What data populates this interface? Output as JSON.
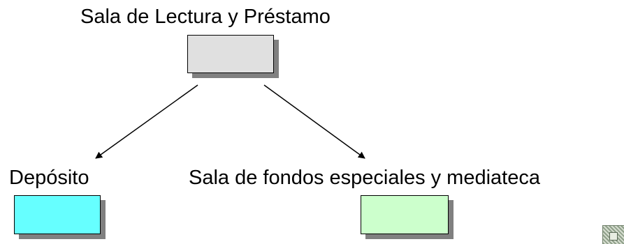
{
  "diagram": {
    "root": {
      "label": "Sala de Lectura y Préstamo",
      "fill": "#e0e0e0"
    },
    "children": [
      {
        "label": "Depósito",
        "fill": "#66ffff"
      },
      {
        "label": "Sala de fondos especiales y mediateca",
        "fill": "#ccffcc"
      }
    ]
  }
}
